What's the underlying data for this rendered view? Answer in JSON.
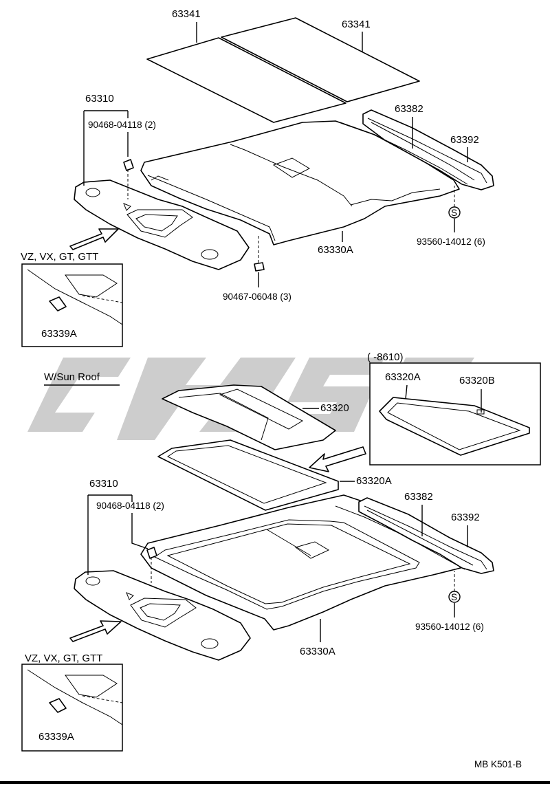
{
  "top_section": {
    "label_glass_left": "63341",
    "label_glass_right": "63341",
    "label_assy": "63310",
    "label_clip_part": "90468-04118 (2)",
    "label_trim_strip": "63382",
    "label_rail": "63392",
    "label_screw": "93560-14012 (6)",
    "label_headliner": "63330A",
    "label_pin": "90467-06048 (3)",
    "inset_models": "VZ, VX, GT, GTT",
    "inset_part": "63339A"
  },
  "watermark": {
    "text": "CMSC",
    "color": "#c4c4c4"
  },
  "sunroof_section": {
    "heading": "W/Sun Roof",
    "detail_range": "(      -8610)",
    "detail_part_a": "63320A",
    "detail_part_b": "63320B",
    "label_frame": "63320",
    "label_seal": "63320A",
    "label_assy": "63310",
    "label_clip_part": "90468-04118 (2)",
    "label_trim_strip": "63382",
    "label_rail": "63392",
    "label_screw": "93560-14012 (6)",
    "label_headliner": "63330A",
    "inset_models": "VZ, VX, GT, GTT",
    "inset_part": "63339A"
  },
  "footer": {
    "code": "MB K501-B"
  }
}
